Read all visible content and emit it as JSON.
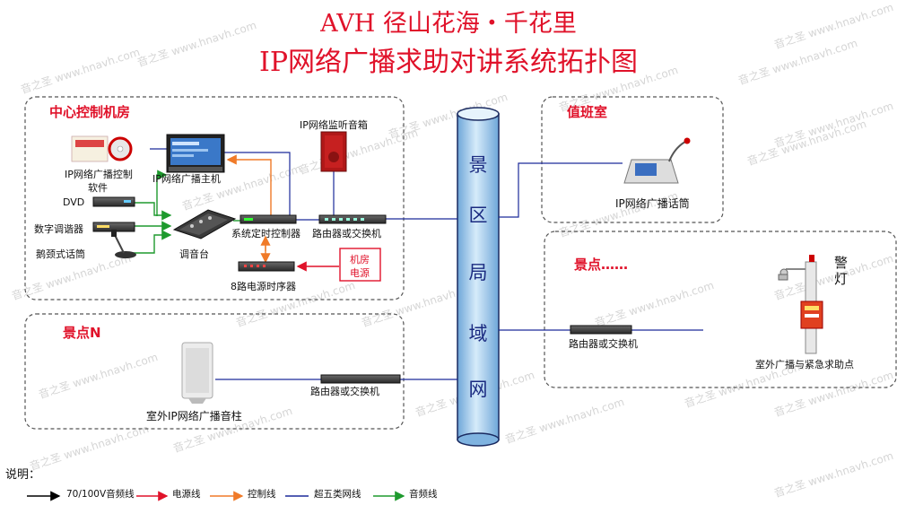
{
  "header": {
    "title_line1": "AVH 径山花海・千花里",
    "title_line2": "IP网络广播求助对讲系统拓扑图"
  },
  "watermark": {
    "text": "音之圣  www.hnavh.com",
    "color": "#c8c8c8"
  },
  "zones": {
    "control_room": "中心控制机房",
    "duty_room": "值班室",
    "spot_many": "景点……",
    "spot_n": "景点N"
  },
  "lan": {
    "chars": [
      "景",
      "区",
      "局",
      "域",
      "网"
    ]
  },
  "devices": {
    "control_software_1": "IP网络广播控制",
    "control_software_2": "软件",
    "broadcast_host": "IP网络广播主机",
    "monitor_speaker": "IP网络监听音箱",
    "dvd": "DVD",
    "digital_tuner": "数字调谐器",
    "gooseneck_mic": "鹅颈式话筒",
    "mixer": "调音台",
    "timer_controller": "系统定时控制器",
    "router_center": "路由器或交换机",
    "power_sequencer": "8路电源时序器",
    "room_power_1": "机房",
    "room_power_2": "电源",
    "paging_mic": "IP网络广播话筒",
    "router_spot": "路由器或交换机",
    "alarm_light_1": "警",
    "alarm_light_2": "灯",
    "help_point": "室外广播与紧急求助点",
    "speaker_column": "室外IP网络广播音柱",
    "router_n": "路由器或交换机"
  },
  "legend": {
    "title": "说明：",
    "items": [
      {
        "label": "70/100V音频线",
        "color": "#000000"
      },
      {
        "label": "电源线",
        "color": "#e0122a"
      },
      {
        "label": "控制线",
        "color": "#f07a28"
      },
      {
        "label": "超五类网线",
        "color": "#1c2a9a"
      },
      {
        "label": "音频线",
        "color": "#1e9a2e"
      }
    ]
  },
  "colors": {
    "title": "#e0122a",
    "zone_label": "#e0122a",
    "lan_tube": "#a9d0ee",
    "lan_outline": "#1a2a60",
    "network_line": "#1c2a9a",
    "audio_line": "#1e9a2e",
    "control_line": "#f07a28",
    "power_line": "#e0122a"
  }
}
